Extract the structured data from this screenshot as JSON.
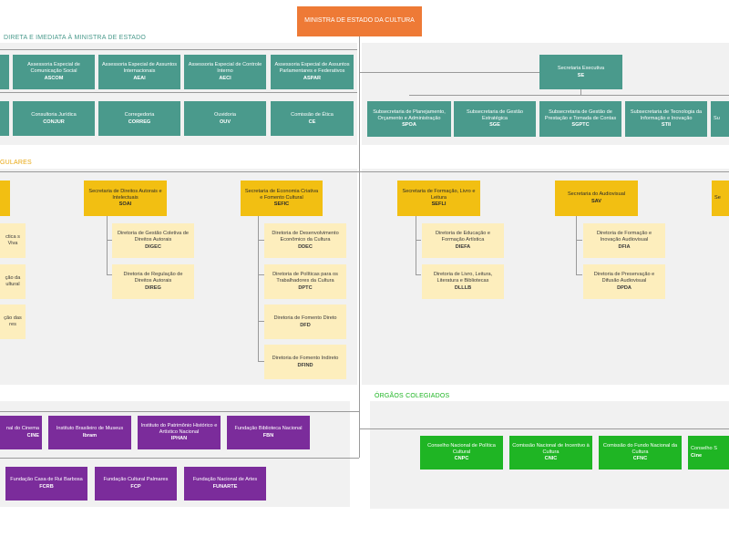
{
  "top": {
    "name": "MINISTRA DE ESTADO DA CULTURA"
  },
  "sections": {
    "direct": "DIRETA E IMEDIATA À MINISTRA DE ESTADO",
    "singulares": "GULARES",
    "colegiados": "ÓRGÃOS COLEGIADOS"
  },
  "assist_row1": [
    {
      "name": "",
      "abbr": ""
    },
    {
      "name": "Assessoria Especial de Comunicação Social",
      "abbr": "ASCOM"
    },
    {
      "name": "Assessoria Especial de Assuntos Internacionais",
      "abbr": "AEAI"
    },
    {
      "name": "Assessoria Especial de Controle Interno",
      "abbr": "AECI"
    },
    {
      "name": "Assessoria Especial de Assuntos Parlamentares e Federativos",
      "abbr": "ASPAR"
    }
  ],
  "assist_row2": [
    {
      "name": "",
      "abbr": ""
    },
    {
      "name": "Consultoria Jurídica",
      "abbr": "CONJUR"
    },
    {
      "name": "Corregedoria",
      "abbr": "CORREG"
    },
    {
      "name": "Ouvidoria",
      "abbr": "OUV"
    },
    {
      "name": "Comissão de Ética",
      "abbr": "CE"
    }
  ],
  "se": {
    "name": "Secretaria Executiva",
    "abbr": "SE"
  },
  "subsecretarias": [
    {
      "name": "Subsecretaria de Planejamento, Orçamento e Administração",
      "abbr": "SPOA"
    },
    {
      "name": "Subsecretaria de Gestão Estratégica",
      "abbr": "SGE"
    },
    {
      "name": "Subsecretaria de Gestão de Prestação e Tomada de Contas",
      "abbr": "SGPTC"
    },
    {
      "name": "Subsecretaria de Tecnologia da Informação e Inovação",
      "abbr": "STII"
    },
    {
      "name": "Su",
      "abbr": ""
    }
  ],
  "secretarias": {
    "s0": {
      "name": "",
      "abbr": ""
    },
    "soai": {
      "name": "Secretaria de Direitos Autorais e Intelectuais",
      "abbr": "SOAI"
    },
    "sefic": {
      "name": "Secretaria de Economia Criativa e Fomento Cultural",
      "abbr": "SEFIC"
    },
    "sefli": {
      "name": "Secretaria de Formação, Livro e Leitura",
      "abbr": "SEFLI"
    },
    "sav": {
      "name": "Secretaria do Audiovisual",
      "abbr": "SAV"
    },
    "s5": {
      "name": "Se",
      "abbr": ""
    }
  },
  "diretorias_left": [
    {
      "name": "ctica s Viva",
      "abbr": ""
    },
    {
      "name": "ção da ultural",
      "abbr": ""
    },
    {
      "name": "ção das res",
      "abbr": ""
    }
  ],
  "diretorias_soai": [
    {
      "name": "Diretoria de Gestão Coletiva de Direitos Autorais",
      "abbr": "DIGEC"
    },
    {
      "name": "Diretoria de Regulação de Direitos Autorais",
      "abbr": "DIREG"
    }
  ],
  "diretorias_sefic": [
    {
      "name": "Diretoria de Desenvolvimento Econômico da Cultura",
      "abbr": "DDEC"
    },
    {
      "name": "Diretoria de Políticas para os Trabalhadores da Cultura",
      "abbr": "DPTC"
    },
    {
      "name": "Diretoria de Fomento Direto",
      "abbr": "DFD"
    },
    {
      "name": "Diretoria de Fomento Indireto",
      "abbr": "DFIND"
    }
  ],
  "diretorias_sefli": [
    {
      "name": "Diretoria de Educação e Formação Artística",
      "abbr": "DIEFA"
    },
    {
      "name": "Diretoria de Livro, Leitura, Literatura e Bibliotecas",
      "abbr": "DLLLB"
    }
  ],
  "diretorias_sav": [
    {
      "name": "Diretoria de Formação e Inovação Audiovisual",
      "abbr": "DFIA"
    },
    {
      "name": "Diretoria de Preservação e Difusão Audiovisual",
      "abbr": "DPDA"
    }
  ],
  "vinculadas_row1": [
    {
      "name": "nal do Cinema",
      "abbr": "CINE"
    },
    {
      "name": "Instituto Brasileiro de Museus",
      "abbr": "Ibram"
    },
    {
      "name": "Instituto do Patrimônio Histórico e Artístico Nacional",
      "abbr": "IPHAN"
    },
    {
      "name": "Fundação Biblioteca Nacional",
      "abbr": "FBN"
    }
  ],
  "vinculadas_row2": [
    {
      "name": "Fundação Casa de Rui Barbosa",
      "abbr": "FCRB"
    },
    {
      "name": "Fundação Cultural Palmares",
      "abbr": "FCP"
    },
    {
      "name": "Fundação Nacional de Artes",
      "abbr": "FUNARTE"
    }
  ],
  "colegiados": [
    {
      "name": "Conselho Nacional de Política Cultural",
      "abbr": "CNPC"
    },
    {
      "name": "Comissão Nacional de Incentivo à Cultura",
      "abbr": "CNIC"
    },
    {
      "name": "Comissão do Fundo Nacional da Cultura",
      "abbr": "CFNC"
    },
    {
      "name": "Conselho S",
      "abbr": "Cine"
    }
  ]
}
